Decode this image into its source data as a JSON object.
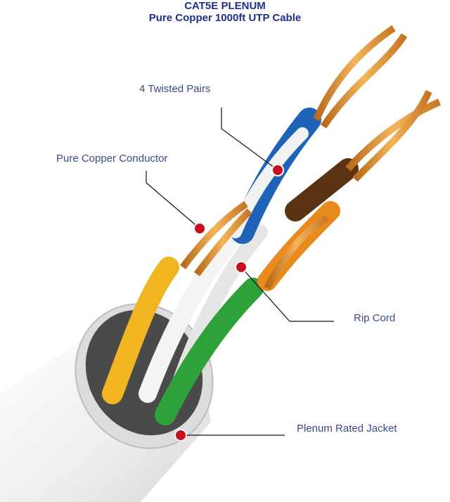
{
  "title": {
    "line1": "CAT5E PLENUM",
    "line2": "Pure Copper 1000ft UTP Cable",
    "color": "#1f2f8c"
  },
  "callouts": [
    {
      "id": "twisted-pairs",
      "label": "4 Twisted Pairs"
    },
    {
      "id": "copper-conductor",
      "label": "Pure Copper Conductor"
    },
    {
      "id": "rip-cord",
      "label": "Rip Cord"
    },
    {
      "id": "jacket",
      "label": "Plenum Rated Jacket"
    }
  ],
  "colors": {
    "label": "#3c4a8a",
    "marker": "#c8101e",
    "copper": "#e3963a",
    "jacket": "#ececec",
    "blue_pair": "#1f63b8",
    "brown_pair": "#5a3412",
    "orange_pair": "#e88a1c",
    "green_pair": "#2fa13a",
    "yellow_wire": "#f0b521"
  }
}
